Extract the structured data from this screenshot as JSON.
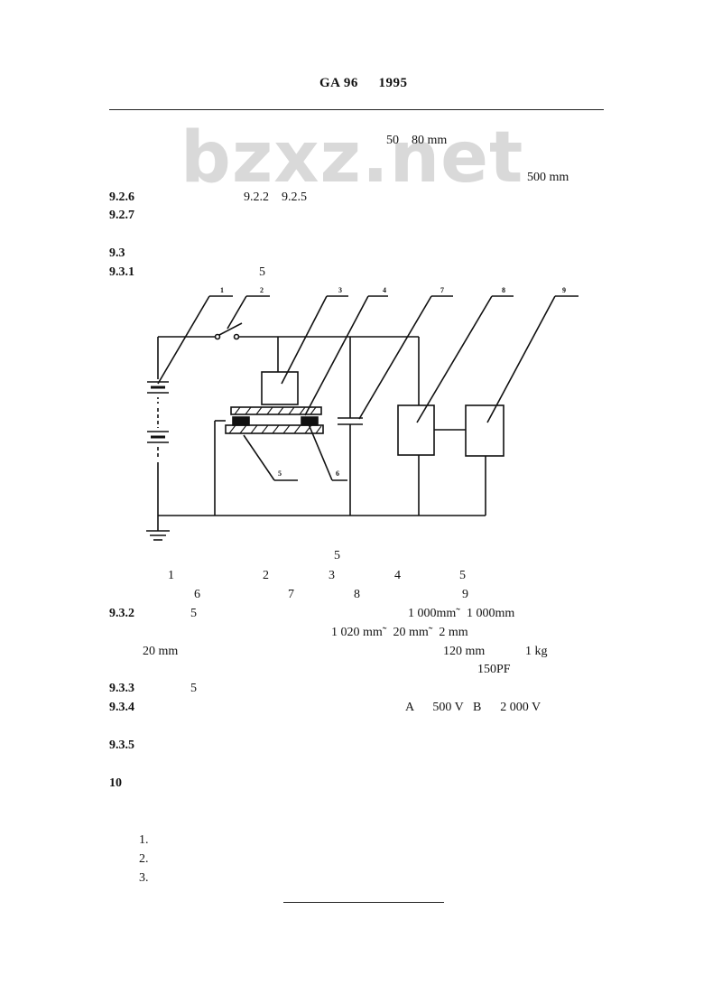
{
  "header": {
    "standard": "GA 96",
    "year": "1995"
  },
  "watermark": "bzxz.net",
  "lines": {
    "l1": "50    80 mm",
    "l2": "500 mm",
    "s926_num": "9.2.6",
    "s926_text": "9.2.2    9.2.5",
    "s927_num": "9.2.7",
    "s93_num": "9.3",
    "s931_num": "9.3.1",
    "s931_text": "5",
    "caption_num": "5",
    "leg_1": "1",
    "leg_2": "2",
    "leg_3": "3",
    "leg_4": "4",
    "leg_5": "5",
    "leg_6": "6",
    "leg_7": "7",
    "leg_8": "8",
    "leg_9": "9",
    "s932_num": "9.3.2",
    "s932_a": "5",
    "s932_b": "1 000mm˜  1 000mm",
    "s932_c": "1 020 mm˜  20 mm˜  2 mm",
    "s932_d": "20 mm",
    "s932_e": "120 mm",
    "s932_f": "1 kg",
    "s932_g": "150PF",
    "s933_num": "9.3.3",
    "s933_text": "5",
    "s934_num": "9.3.4",
    "s934_text": "A      500 V   B      2 000 V",
    "s935_num": "9.3.5",
    "s10_num": "10",
    "item1": "1.",
    "item2": "2.",
    "item3": "3."
  },
  "figure": {
    "callouts": [
      "1",
      "2",
      "3",
      "4",
      "7",
      "8",
      "9",
      "5",
      "6"
    ]
  }
}
